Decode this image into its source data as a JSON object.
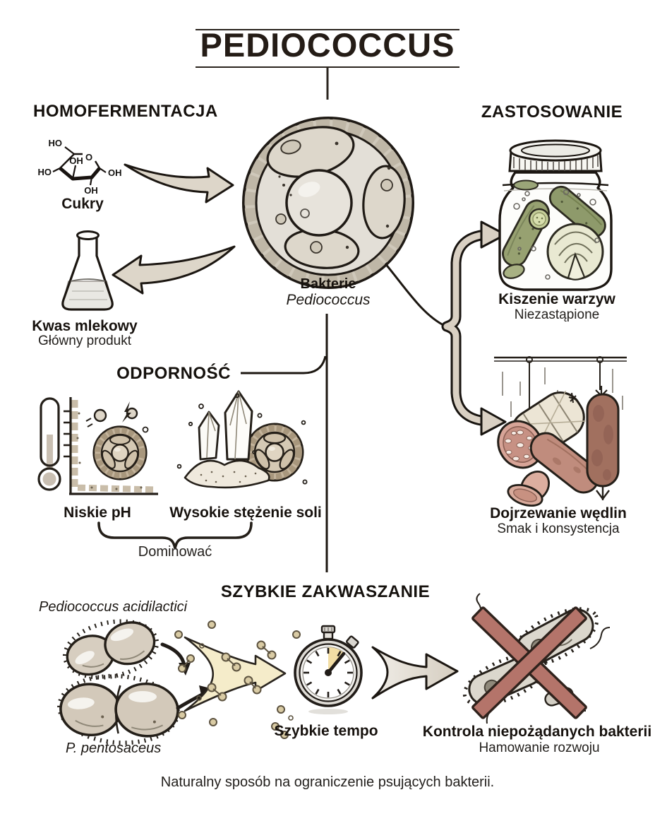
{
  "title": "PEDIOCOCCUS",
  "center": {
    "label": "Bakterie",
    "species": "Pediococcus"
  },
  "homofermentacja": {
    "heading": "HOMOFERMENTACJA",
    "molecule": {
      "ho_top": "HO",
      "ring_o": "O",
      "oh_inner": "OH",
      "ho_left": "HO",
      "oh_right": "OH",
      "oh_bottom": "OH"
    },
    "sugar_label": "Cukry",
    "acid_label": "Kwas mlekowy",
    "acid_sublabel": "Główny produkt"
  },
  "zastosowanie": {
    "heading": "ZASTOSOWANIE",
    "pickling_label": "Kiszenie warzyw",
    "pickling_sublabel": "Niezastąpione",
    "curing_label": "Dojrzewanie wędlin",
    "curing_sublabel": "Smak i konsystencja"
  },
  "odpornosc": {
    "heading": "ODPORNOŚĆ",
    "ph_label": "Niskie pH",
    "salt_label": "Wysokie stężenie soli",
    "brace_label": "Dominować"
  },
  "zakwaszanie": {
    "heading": "SZYBKIE ZAKWASZANIE",
    "species_top": "Pediococcus acidilactici",
    "species_bottom": "P. pentosaceus",
    "tempo_label": "Szybkie tempo",
    "control_label": "Kontrola niepożądanych bakterii",
    "control_sublabel": "Hamowanie rozwoju"
  },
  "footer": "Naturalny sposób na ograniczenie psujących bakterii.",
  "colors": {
    "ink": "#1b1611",
    "beige_arrow": "#ddd6c9",
    "fork_arrow": "#d9d0c3",
    "cell_fill": "#d9d3c7",
    "tan_cell": "#cdbfa8",
    "pickle_green": "#97a171",
    "cabbage_green": "#e9e9d2",
    "sausage_dark": "#a1705f",
    "sausage_cut": "#d7a497",
    "x_red": "#b4746a",
    "wedge_yellow": "#f2dda4",
    "stream_yellow": "#f5ecca"
  }
}
